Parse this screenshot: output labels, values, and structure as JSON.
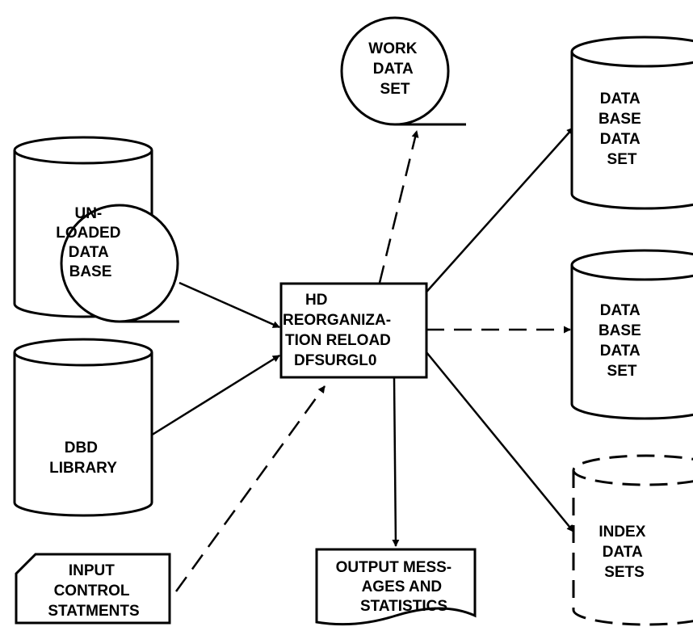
{
  "colors": {
    "ink": "#000000",
    "background": "#ffffff"
  },
  "nodes": {
    "work_data_set": {
      "lines": [
        "WORK",
        "DATA",
        "SET"
      ]
    },
    "database_data_set_1": {
      "lines": [
        "DATA",
        "BASE",
        "DATA",
        "SET"
      ]
    },
    "unloaded_database": {
      "lines": [
        "UN-",
        "LOADED",
        "DATA",
        "BASE"
      ]
    },
    "reload_program": {
      "lines": [
        "HD",
        "REORGANIZA-",
        "TION RELOAD",
        "DFSURGL0"
      ]
    },
    "database_data_set_2": {
      "lines": [
        "DATA",
        "BASE",
        "DATA",
        "SET"
      ]
    },
    "dbd_library": {
      "lines": [
        "DBD",
        "LIBRARY"
      ]
    },
    "output_messages": {
      "lines": [
        "OUTPUT MESS-",
        "AGES AND",
        "STATISTICS"
      ]
    },
    "index_data_sets": {
      "lines": [
        "INDEX",
        "DATA",
        "SETS"
      ]
    },
    "input_control": {
      "lines": [
        "INPUT",
        "CONTROL",
        "STATMENTS"
      ]
    }
  }
}
